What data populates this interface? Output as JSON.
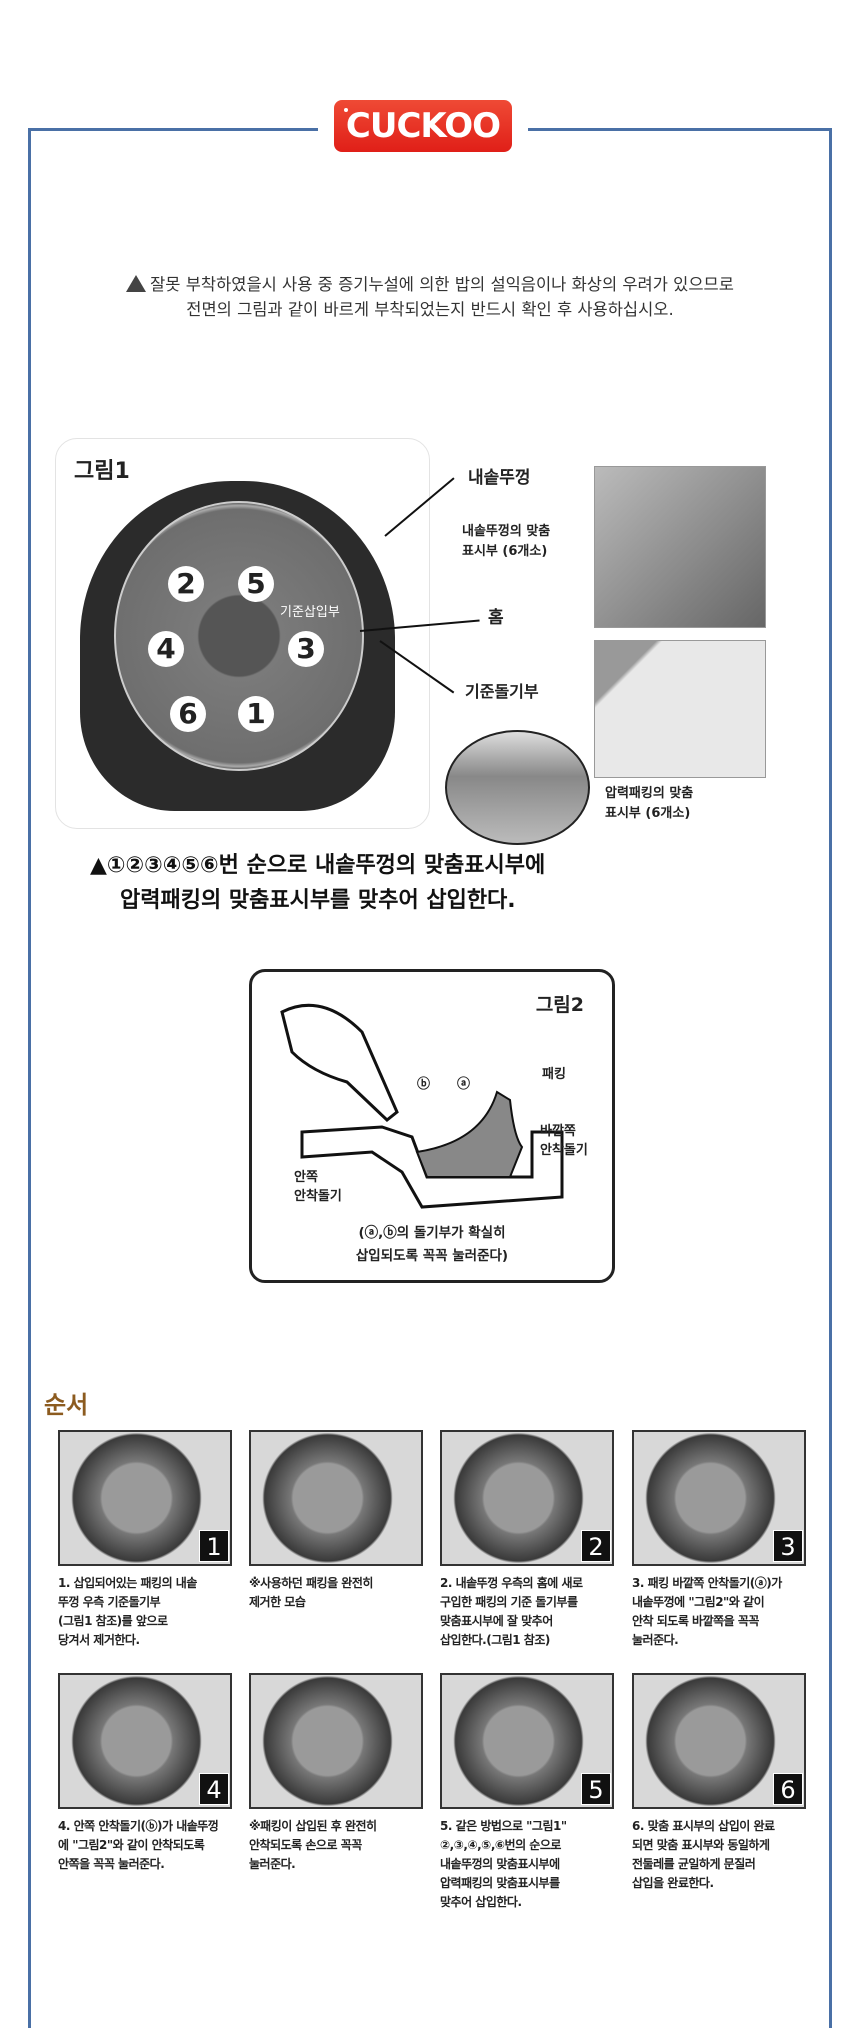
{
  "brand": {
    "logo": "CUCKOO",
    "accent": "#e3261c",
    "frame_color": "#4a70a6"
  },
  "warning": {
    "icon": "warning-icon",
    "line1": "잘못 부착하였을시 사용 중 증기누설에 의한 밥의 설익음이나 화상의 우려가 있으므로",
    "line2": "전면의 그림과 같이 바르게 부착되었는지 반드시 확인 후 사용하십시오."
  },
  "figure1": {
    "title": "그림1",
    "numbers": [
      "2",
      "5",
      "4",
      "3",
      "6",
      "1"
    ],
    "reference_insert": "기준삽입부",
    "labels": {
      "lid": "내솥뚜껑",
      "lid_mark_1": "내솥뚜껑의 맞춤",
      "lid_mark_2": "표시부 (6개소)",
      "groove": "홈",
      "ref_protrusion": "기준돌기부",
      "packing_mark_1": "압력패킹의 맞춤",
      "packing_mark_2": "표시부 (6개소)"
    },
    "caption_1": "▲①②③④⑤⑥번 순으로 내솥뚜껑의 맞춤표시부에",
    "caption_2": "압력패킹의 맞춤표시부를 맞추어 삽입한다."
  },
  "figure2": {
    "title": "그림2",
    "mark_a": "ⓐ",
    "mark_b": "ⓑ",
    "packing": "패킹",
    "outer_1": "바깥쪽",
    "outer_2": "안착돌기",
    "inner_1": "안쪽",
    "inner_2": "안착돌기",
    "caption_1": "(ⓐ,ⓑ의 돌기부가 확실히",
    "caption_2": "삽입되도록 꼭꼭 눌러준다)"
  },
  "order_title": "순서",
  "steps": [
    {
      "badge": "1",
      "text": "1. 삽입되어있는 패킹의 내솥\n   뚜껑 우측 기준돌기부\n   (그림1 참조)를 앞으로\n   당겨서 제거한다."
    },
    {
      "badge": "",
      "text": "※사용하던 패킹을 완전히\n   제거한 모습"
    },
    {
      "badge": "2",
      "text": "2. 내솥뚜껑 우측의 홈에 새로\n   구입한 패킹의 기준 돌기부를\n   맞춤표시부에 잘 맞추어\n   삽입한다.(그림1 참조)"
    },
    {
      "badge": "3",
      "text": "3. 패킹 바깥쪽 안착돌기(ⓐ)가\n   내솥뚜껑에 \"그림2\"와 같이\n   안착 되도록 바깥쪽을 꼭꼭\n   눌러준다."
    },
    {
      "badge": "4",
      "text": "4. 안쪽 안착돌기(ⓑ)가 내솥뚜껑\n   에 \"그림2\"와 같이 안착되도록\n   안쪽을 꼭꼭 눌러준다."
    },
    {
      "badge": "",
      "text": "※패킹이 삽입된 후 완전히\n   안착되도록 손으로 꼭꼭\n   눌러준다."
    },
    {
      "badge": "5",
      "text": "5. 같은 방법으로 \"그림1\"\n   ②,③,④,⑤,⑥번의 순으로\n   내솥뚜껑의 맞춤표시부에\n   압력패킹의 맞춤표시부를\n   맞추어 삽입한다."
    },
    {
      "badge": "6",
      "text": "6. 맞춤 표시부의 삽입이 완료\n   되면 맞춤 표시부와 동일하게\n   전둘레를 균일하게 문질러\n   삽입을 완료한다."
    }
  ]
}
